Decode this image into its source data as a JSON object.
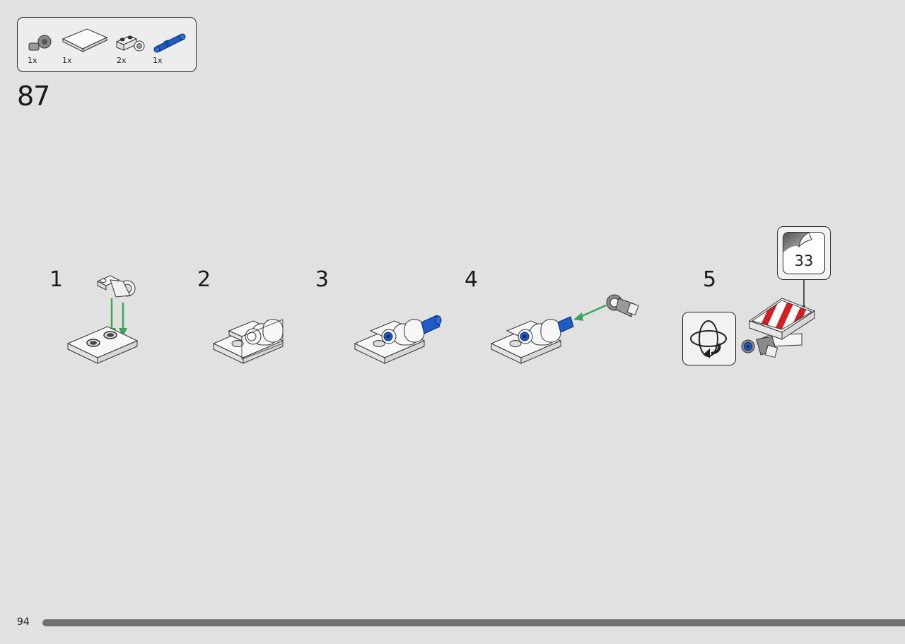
{
  "parts_list": {
    "items": [
      {
        "icon": "gray-axle-connector-icon",
        "qty": "1x"
      },
      {
        "icon": "white-tile-icon",
        "qty": "1x"
      },
      {
        "icon": "white-plate-with-pin-hole-icon",
        "qty": "2x"
      },
      {
        "icon": "blue-pin-icon",
        "qty": "1x"
      }
    ]
  },
  "step": {
    "number": "87"
  },
  "substeps": [
    {
      "label": "1"
    },
    {
      "label": "2"
    },
    {
      "label": "3"
    },
    {
      "label": "4"
    },
    {
      "label": "5"
    }
  ],
  "sticker": {
    "number": "33",
    "icon": "sticker-peel-icon"
  },
  "rotate": {
    "icon": "rotate-model-icon"
  },
  "footer": {
    "page_number": "94",
    "progress": 1.0
  },
  "colors": {
    "background": "#e1e1e1",
    "arrow_green": "#3aa655",
    "pin_blue": "#1e5bc6",
    "connector_gray": "#8a8a8a",
    "sticker_red": "#d21f26",
    "progress_gray": "#707070"
  }
}
